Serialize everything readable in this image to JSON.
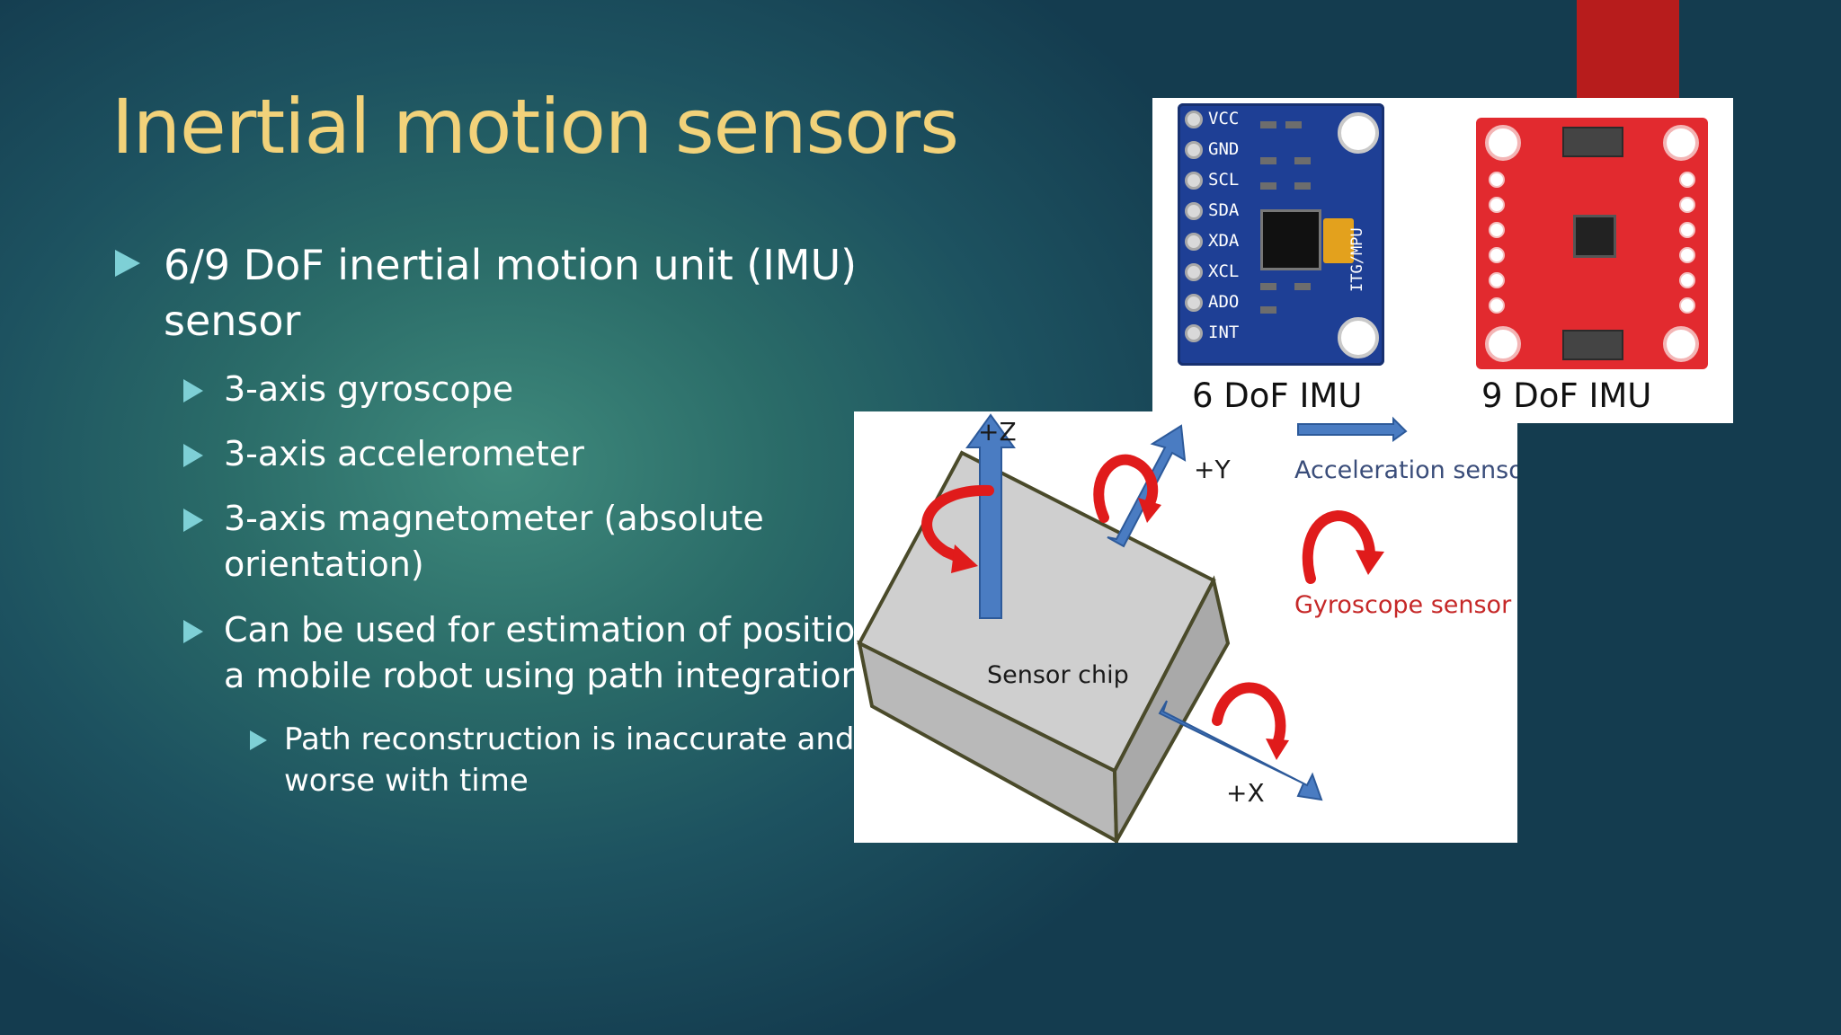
{
  "slide": {
    "title": "Inertial motion sensors",
    "accent_color": "#b71c1c",
    "title_color": "#f2d27a",
    "bullet_color": "#7ed0d6"
  },
  "bullets": {
    "b1": {
      "line1": "6/9 DoF inertial motion unit (IMU)",
      "line2": "sensor"
    },
    "b2": "3-axis gyroscope",
    "b3": "3-axis accelerometer",
    "b4": {
      "line1": "3-axis magnetometer (absolute",
      "line2": "orientation)"
    },
    "b5": {
      "line1": "Can be used for estimation of positio",
      "line2": "a mobile robot using path integration"
    },
    "b6": {
      "line1": "Path reconstruction is inaccurate and",
      "line2": "worse with time"
    }
  },
  "photos": {
    "left_label": "6 DoF IMU",
    "right_label": "9 DoF IMU",
    "pcb_pins": [
      "VCC",
      "GND",
      "SCL",
      "SDA",
      "XDA",
      "XCL",
      "ADO",
      "INT"
    ],
    "pcb_text": "ITG/MPU"
  },
  "diagram": {
    "axis_z": "+Z",
    "axis_y": "+Y",
    "axis_x": "+X",
    "chip_label": "Sensor chip",
    "legend_acceleration": "Acceleration sensor",
    "legend_gyroscope": "Gyroscope sensor",
    "arrow_blue": "#4a7cc2",
    "arrow_red": "#e01b1b"
  }
}
